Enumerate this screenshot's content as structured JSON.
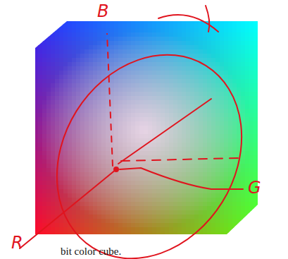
{
  "diagram": {
    "caption": "bit color cube.",
    "labels": [
      "B",
      "G",
      "R"
    ]
  }
}
